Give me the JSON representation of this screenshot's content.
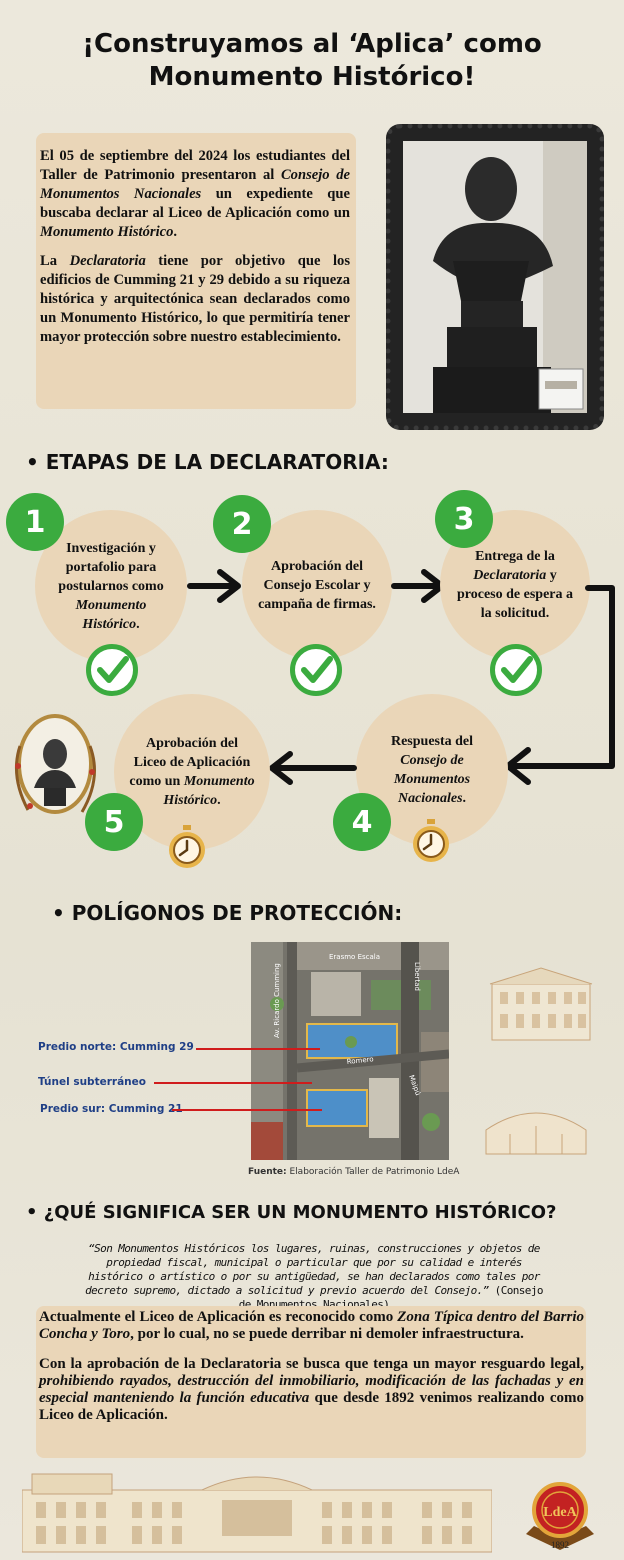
{
  "header": {
    "title_line1": "¡Construyamos al ‘Aplica’ como",
    "title_line2": "Monumento Histórico!"
  },
  "intro": {
    "p1_a": "El 05 de septiembre del 2024 los estudiantes del Taller de Patrimonio presentaron al ",
    "p1_b": "Consejo de Monumentos Nacionales",
    "p1_c": " un expediente que buscaba declarar al Liceo de Aplicación como un ",
    "p1_d": "Monumento Histórico",
    "p1_e": ".",
    "p2_a": "La ",
    "p2_b": "Declaratoria",
    "p2_c": " tiene por objetivo que los edificios de Cumming 21 y 29 debido a su riqueza histórica y arquitectónica sean declarados como un Monumento Histórico, lo que permitiría tener mayor protección sobre nuestro establecimiento."
  },
  "stages": {
    "heading": "• ETAPAS DE LA DECLARATORIA:",
    "steps": [
      {
        "number": "1",
        "text_a": "Investigación y portafolio para postularnos como ",
        "text_b": "Monumento Histórico",
        "text_c": ".",
        "status_icon": "check-icon"
      },
      {
        "number": "2",
        "text_a": "Aprobación del Consejo Escolar y campaña de firmas.",
        "status_icon": "check-icon"
      },
      {
        "number": "3",
        "text_a": "Entrega de la ",
        "text_b": "Declaratoria",
        "text_c": " y proceso de espera a la solicitud.",
        "status_icon": "check-icon"
      },
      {
        "number": "4",
        "text_a": "Respuesta del ",
        "text_b": "Consejo de Monumentos Nacionales",
        "text_c": ".",
        "status_icon": "stopwatch-icon"
      },
      {
        "number": "5",
        "text_a": "Aprobación del Liceo de Aplicación como un ",
        "text_b": "Monumento Histórico",
        "text_c": ".",
        "status_icon": "stopwatch-icon"
      }
    ]
  },
  "polygons": {
    "heading": "• POLÍGONOS DE PROTECCIÓN:",
    "labels": [
      "Predio norte: Cumming 29",
      "Túnel subterráneo",
      "Predio sur: Cumming 21"
    ],
    "street_names": [
      "Erasmo Escala",
      "Av. Ricardo Cumming",
      "Libertad",
      "Romero",
      "Maipú"
    ],
    "source_label": "Fuente:",
    "source_text": " Elaboración Taller de Patrimonio  LdeA"
  },
  "meaning": {
    "heading": "• ¿QUÉ SIGNIFICA SER UN MONUMENTO HISTÓRICO?",
    "quote": "“Son Monumentos Históricos los lugares, ruinas, construcciones y objetos de propiedad fiscal, municipal o particular que por su calidad e interés histórico o artístico o por su antigüedad, se han declarados como tales por decreto supremo, dictado a solicitud y previo acuerdo del Consejo.”",
    "quote_source": " (Consejo de Monumentos Nacionales)",
    "p1_a": "Actualmente el Liceo de Aplicación es reconocido como ",
    "p1_b": "Zona Típica dentro del Barrio Concha y Toro",
    "p1_c": ", por lo cual, no se puede derribar ni demoler infraestructura.",
    "p2_a": "Con la aprobación de la Declaratoria se busca que tenga un mayor resguardo legal, ",
    "p2_b": "prohibiendo rayados, destrucción del inmobiliario, modificación de las fachadas y en especial manteniendo la función educativa",
    "p2_c": " que desde 1892 venimos realizando como Liceo de Aplicación."
  },
  "logo": {
    "letters": "LdeA",
    "year": "1892"
  },
  "colors": {
    "accent_green": "#3bab3f",
    "box_beige": "#ead6b8",
    "label_blue": "#1f3f86",
    "line_red": "#d01c1c"
  }
}
